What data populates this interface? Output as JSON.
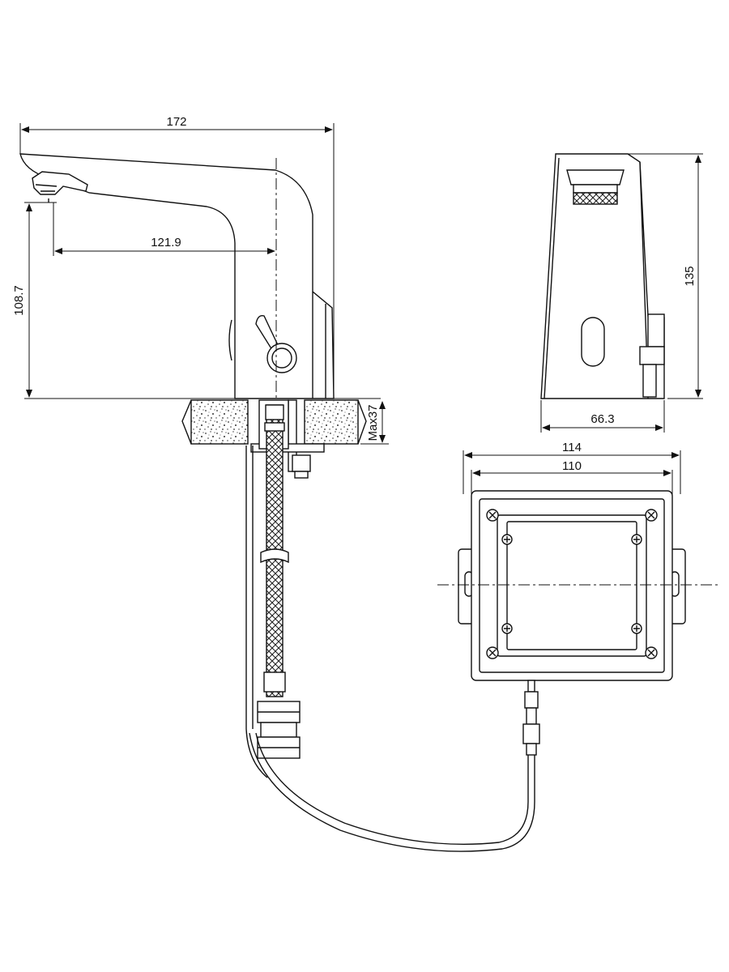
{
  "dimensions": {
    "overall_length": "172",
    "spout_reach": "121.9",
    "side_height": "108.7",
    "max_deck_thickness": "Max37",
    "front_height": "135",
    "front_base_width": "66.3",
    "box_outer_width": "114",
    "box_inner_width": "110"
  },
  "colors": {
    "line": "#111111",
    "background": "#ffffff"
  }
}
